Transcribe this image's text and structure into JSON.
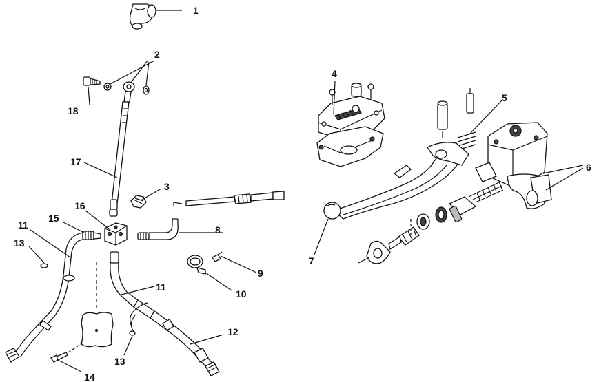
{
  "callouts": [
    {
      "id": "c1",
      "label": "1"
    },
    {
      "id": "c2",
      "label": "2"
    },
    {
      "id": "c3",
      "label": "3"
    },
    {
      "id": "c4",
      "label": "4"
    },
    {
      "id": "c5",
      "label": "5"
    },
    {
      "id": "c6",
      "label": "6"
    },
    {
      "id": "c7",
      "label": "7"
    },
    {
      "id": "c8",
      "label": "8"
    },
    {
      "id": "c9",
      "label": "9"
    },
    {
      "id": "c10",
      "label": "10"
    },
    {
      "id": "c11a",
      "label": "11"
    },
    {
      "id": "c11b",
      "label": "11"
    },
    {
      "id": "c12",
      "label": "12"
    },
    {
      "id": "c13a",
      "label": "13"
    },
    {
      "id": "c13b",
      "label": "13"
    },
    {
      "id": "c14",
      "label": "14"
    },
    {
      "id": "c15",
      "label": "15"
    },
    {
      "id": "c16",
      "label": "16"
    },
    {
      "id": "c17",
      "label": "17"
    },
    {
      "id": "c18",
      "label": "18"
    }
  ]
}
